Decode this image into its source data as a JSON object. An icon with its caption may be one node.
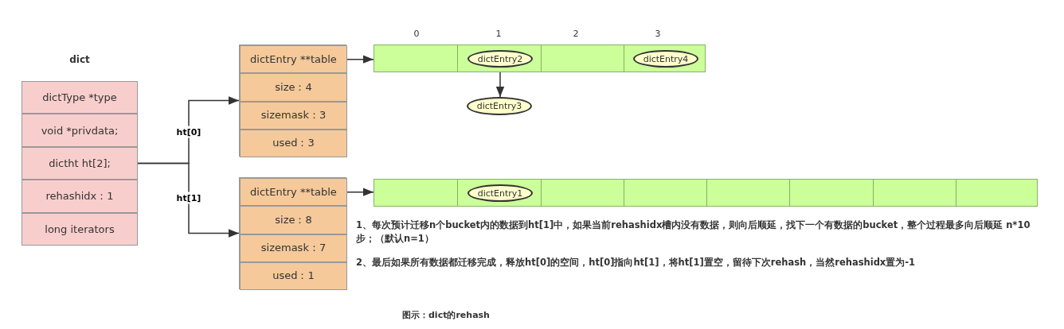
{
  "diagram": {
    "caption": "图示：dict的rehash",
    "nodes": [
      {
        "text": [
          "dict"
        ]
      },
      {
        "text": [
          "dictType *type"
        ],
        "in": 0
      },
      {
        "text": [
          "void *privdata;"
        ],
        "in": 0
      },
      {
        "text": [
          "dictht ht[2];"
        ],
        "in": 0
      },
      {
        "text": [
          "rehashidx：1"
        ],
        "in": 0
      },
      {
        "text": [
          "long iterators"
        ],
        "in": 0
      },
      {
        "text": [],
        "shape": "box"
      },
      {
        "text": [
          "dictEntry **table"
        ],
        "in": 6
      },
      {
        "text": [
          "size：4"
        ],
        "in": 6
      },
      {
        "text": [
          "sizemask：3"
        ],
        "in": 6
      },
      {
        "text": [
          "used：3"
        ],
        "in": 6
      },
      {
        "text": [],
        "shape": "box"
      },
      {
        "text": [
          "dictEntry **table"
        ],
        "in": 11
      },
      {
        "text": [
          "size：8"
        ],
        "in": 11
      },
      {
        "text": [
          "sizemask：7"
        ],
        "in": 11
      },
      {
        "text": [
          "used：1"
        ],
        "in": 11
      },
      {
        "text": [],
        "shape": "bar"
      },
      {
        "text": [
          "dictEntry2"
        ],
        "in": 16
      },
      {
        "text": [
          "dictEntry4"
        ],
        "in": 16
      },
      {
        "text": [
          "dictEntry3"
        ]
      },
      {
        "text": [],
        "shape": "bar"
      },
      {
        "text": [
          "dictEntry1"
        ],
        "in": 20
      }
    ],
    "edges": [
      {
        "from": 3,
        "to": 6,
        "arrow": "to",
        "label": "ht[0]"
      },
      {
        "from": 3,
        "to": 11,
        "arrow": "to",
        "label": "ht[1]"
      },
      {
        "from": 7,
        "to": 16,
        "arrow": "to"
      },
      {
        "from": 17,
        "to": 19,
        "arrow": "to"
      },
      {
        "from": 12,
        "to": 20,
        "arrow": "to"
      }
    ],
    "labels": [
      "0",
      "1",
      "2",
      "3",
      "1、每次预计迁移n个bucket内的数据到ht[1]中，如果当前rehashidx槽内没有数据，则向后顺延，找下一个有数据的bucket，整个过程最多向后顺延 n*10步；（默认n=1）",
      "2、最后如果所有数据都迁移完成，释放ht[0]的空间，ht[0]指向ht[1]，将ht[1]置空，留待下次rehash，当然rehashidx置为-1"
    ]
  }
}
